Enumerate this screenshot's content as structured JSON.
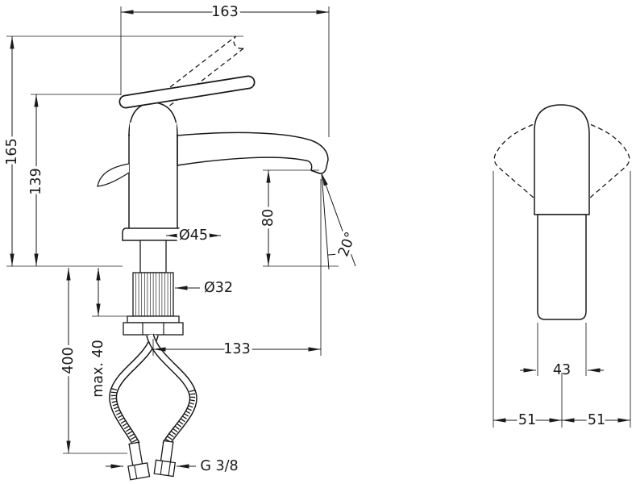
{
  "drawing": {
    "background": "#ffffff",
    "line_color": "#1a1a1a",
    "front_view": {
      "dimensions": {
        "overall_length": "163",
        "height_to_raised_lever": "165",
        "height_to_lever": "139",
        "base_diameter": "Ø45",
        "spout_height": "80",
        "spray_angle": "20°",
        "shank_diameter": "Ø32",
        "spout_reach": "133",
        "hose_length": "400",
        "max_mounting_depth": "max. 40",
        "connection_thread": "G 3/8"
      }
    },
    "side_view": {
      "dimensions": {
        "body_depth": "43",
        "handle_swing_front": "51",
        "handle_swing_back": "51"
      }
    }
  }
}
